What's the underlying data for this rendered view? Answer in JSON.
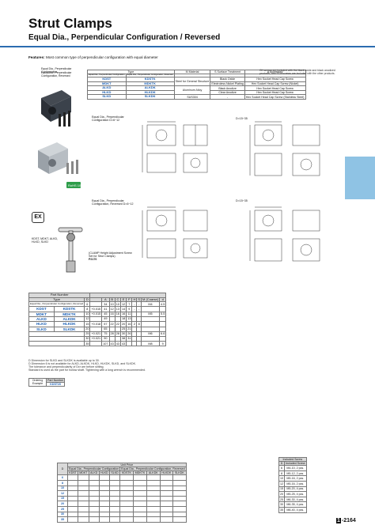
{
  "header": {
    "title": "Strut Clamps",
    "subtitle": "Equal Dia., Perpendicular Configuration / Reversed"
  },
  "features": {
    "label": "Features:",
    "text": "Most common type of perpendicular configuration with equal diameter"
  },
  "config_labels": [
    "Equal Dia., Perpendicular Configuration",
    "Equal Dia., Perpendicular Configuration, Reversed"
  ],
  "type_table": {
    "headers": [
      "Type",
      "M Material",
      "S Surface Treatment",
      "A Accessory"
    ],
    "sub_headers": [
      "Equal Dia., Perpendicular Configuration",
      "Equal Dia., Perpendicular Configuration, Reversed"
    ],
    "rows": [
      {
        "t1": "KDST",
        "t2": "KDSTK",
        "mat": "Steel for General Structure",
        "surf": "Black Oxide",
        "acc": "Hex Socket Head Cap Screw"
      },
      {
        "t1": "MDKT",
        "t2": "MDKTK",
        "mat": "",
        "surf": "Electroless Nickel Plating",
        "acc": "Hex Socket Head Cap Screw (Nickel)"
      },
      {
        "t1": "ALKD",
        "t2": "ALKDK",
        "mat": "Aluminum Alloy",
        "surf": "Black Anodize",
        "acc": "Hex Socket Head Cap Screw"
      },
      {
        "t1": "HLKD",
        "t2": "HLKDK",
        "mat": "",
        "surf": "Clear Anodize",
        "acc": "Hex Socket Head Cap Screw"
      },
      {
        "t1": "SLKD",
        "t2": "SLKDK",
        "mat": "SUS304",
        "surf": "-",
        "acc": "Hex Socket Head Cap Screw (Stainless Steel)"
      }
    ]
  },
  "notes": [
    "Clf screws are included with the black oxide and black anodized products, and SCB screws are included with the other products."
  ],
  "drawing_labels": {
    "config1": "Equal Dia., Perpendicular Configuration D=6~12",
    "config2": "Equal Dia., Perpendicular Configuration, Reversed D=6~12",
    "d15": "D=15~35",
    "ex_tag": "EX",
    "models": "KDST, MDKT, ALKD, HLKD, SLKD",
    "wrench_note": "(CLAMP Height Adjustment Screw Set for Strut Clamps)",
    "wrench_code": "P2170",
    "rohs": "RoHS 10"
  },
  "part_table": {
    "title": "Part Number",
    "headers": [
      "Type",
      "D",
      "",
      "A",
      "B",
      "C",
      "E",
      "F",
      "H",
      "S",
      "M (Coarse)",
      "d"
    ],
    "type_rows": [
      [
        "KDST",
        "KDSTK"
      ],
      [
        "MDKT",
        "MDKTK"
      ],
      [
        "ALKD",
        "ALKDK"
      ],
      [
        "HLKD",
        "HLKDK"
      ],
      [
        "SLKD",
        "SLKDK"
      ]
    ],
    "type_note": "Equal Dia., Perpendicular Configuration, Reversed",
    "rows": [
      {
        "D": "6",
        "tol": "",
        "A": "34",
        "B": "10",
        "C": "10",
        "E": "12",
        "F": "7",
        "H": "-",
        "S": "-",
        "M": "M4",
        "d": "4.5"
      },
      {
        "D": "8",
        "tol": "+0.015",
        "A": "41",
        "B": "12",
        "C": "13",
        "E": "14",
        "F": "9",
        "H": "-",
        "S": "-",
        "M": "",
        "d": ""
      },
      {
        "D": "10",
        "tol": "+0.015",
        "A": "45",
        "B": "16",
        "C": "16",
        "E": "16",
        "F": "11",
        "H": "",
        "S": "",
        "M": "M5",
        "d": "5.5"
      },
      {
        "D": "12",
        "tol": "",
        "A": "49",
        "B": "",
        "C": "",
        "E": "18",
        "F": "13",
        "H": "",
        "S": "",
        "M": "",
        "d": ""
      },
      {
        "D": "15",
        "tol": "+0.018",
        "A": "57",
        "B": "22",
        "C": "22",
        "E": "20",
        "F": "16",
        "H": "2",
        "S": "8",
        "M": "",
        "d": ""
      },
      {
        "D": "20",
        "tol": "",
        "A": "65",
        "B": "",
        "C": "",
        "E": "25",
        "F": "21",
        "H": "",
        "S": "",
        "M": "",
        "d": ""
      },
      {
        "D": "25",
        "tol": "+0.021",
        "A": "75",
        "B": "28",
        "C": "28",
        "E": "30",
        "F": "26",
        "H": "",
        "S": "",
        "M": "M6",
        "d": "6.6"
      },
      {
        "D": "30",
        "tol": "+0.021",
        "A": "90",
        "B": "",
        "C": "",
        "E": "38",
        "F": "31",
        "H": "",
        "S": "",
        "M": "",
        "d": ""
      },
      {
        "D": "35",
        "tol": "",
        "A": "107",
        "B": "43",
        "C": "43",
        "E": "43",
        "F": "",
        "H": "",
        "S": "",
        "M": "M8",
        "d": "9"
      }
    ]
  },
  "footnotes": [
    "D Dimension for SLKD and SLKDK is available up to 30.",
    "D Dimension 6 is not available for ALKD, ALKDK, HLKD, HLKDK, SLKD, and SLKDK.",
    "The tolerance and perpendicularity of Dxr are before slitting.",
    "Standard is used as the part for hollow shaft. Tightening with a long wrench is recommended."
  ],
  "ordering": {
    "label": "Ordering Example",
    "part_label": "Part Number",
    "part": "KDST20"
  },
  "unit_price": {
    "title": "Unit Price",
    "group1": "Equal Dia., Perpendicular Configuration",
    "group2": "Equal Dia., Perpendicular Configuration, Reversed",
    "headers": [
      "D",
      "KDST",
      "MDKT",
      "ALKD",
      "HLKD",
      "SLKD",
      "KDSTK",
      "MDKTK",
      "ALKDK",
      "HLKDK",
      "SLKDK"
    ],
    "rows": [
      "6",
      "8",
      "10",
      "12",
      "15",
      "20",
      "25",
      "30",
      "35"
    ]
  },
  "screw_table": {
    "title": "Included Screw",
    "headers": [
      "D",
      "Included Screw"
    ],
    "rows": [
      {
        "D": "6",
        "s": "M4-10, 2 pcs."
      },
      {
        "D": "8",
        "s": "M5-12, 2 pcs."
      },
      {
        "D": "10",
        "s": "M5-16, 2 pcs."
      },
      {
        "D": "12",
        "s": "M5-16, 2 pcs."
      },
      {
        "D": "15",
        "s": "M5-20, 4 pcs."
      },
      {
        "D": "20",
        "s": "M5-25, 4 pcs."
      },
      {
        "D": "25",
        "s": "M6-30, 4 pcs."
      },
      {
        "D": "30",
        "s": "M6-35, 4 pcs."
      },
      {
        "D": "35",
        "s": "M8-40, 4 pcs."
      }
    ]
  },
  "page": {
    "prefix": "1",
    "number": "-2164"
  },
  "colors": {
    "accent": "#1a5fb4",
    "tab": "#8fc3e4",
    "header_rule": "#2b6cb0"
  }
}
